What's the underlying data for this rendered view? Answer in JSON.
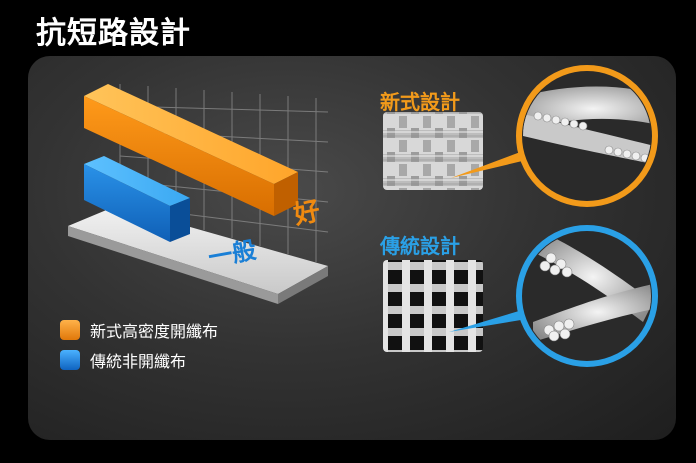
{
  "page": {
    "title": "抗短路設計"
  },
  "chart": {
    "label_good": "好",
    "label_normal": "一般"
  },
  "legend": [
    {
      "label": "新式高密度開纖布",
      "color": "#f08a10"
    },
    {
      "label": "傳統非開纖布",
      "color": "#1a7fd6"
    }
  ],
  "new_design": {
    "label": "新式設計",
    "color": "#f29a1a"
  },
  "traditional_design": {
    "label": "傳統設計",
    "color": "#2aa0e6"
  }
}
